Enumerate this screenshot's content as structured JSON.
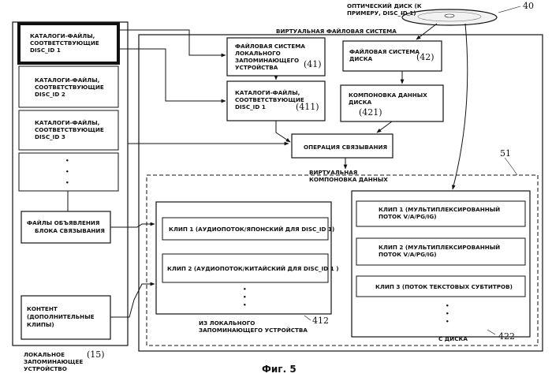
{
  "optical_disc": {
    "label_line1": "ОПТИЧЕСКИЙ ДИСК (К",
    "label_line2": "ПРИМЕРУ, DISC_ID 1)",
    "ref": "40"
  },
  "local_storage": {
    "catalog_1": [
      "КАТАЛОГИ-ФАЙЛЫ,",
      "СООТВЕТСТВУЮЩИЕ",
      "DISC_ID 1"
    ],
    "catalog_2": [
      "КАТАЛОГИ-ФАЙЛЫ,",
      "СООТВЕТСТВУЮЩИЕ",
      "DISC_ID 2"
    ],
    "catalog_3": [
      "КАТАЛОГИ-ФАЙЛЫ,",
      "СООТВЕТСТВУЮЩИЕ",
      "DISC_ID 3"
    ],
    "dots": "•",
    "binding_files": [
      "ФАЙЛЫ ОБЪЯВЛЕНИЯ",
      "БЛОКА СВЯЗЫВАНИЯ"
    ],
    "content": [
      "КОНТЕНТ",
      "(ДОПОЛНИТЕЛЬНЫЕ",
      "КЛИПЫ)"
    ],
    "caption": [
      "ЛОКАЛЬНОЕ",
      "ЗАПОМИНАЮЩЕЕ",
      "УСТРОЙСТВО"
    ],
    "ref": "(15)"
  },
  "virtual_fs": {
    "title": "ВИРТУАЛЬНАЯ ФАЙЛОВАЯ СИСТЕМА",
    "local_fs": [
      "ФАЙЛОВАЯ СИСТЕМА",
      "ЛОКАЛЬНОГО",
      "ЗАПОМИНАЮЩЕГО",
      "УСТРОЙСТВА"
    ],
    "local_fs_ref": "(41)",
    "disc_fs": [
      "ФАЙЛОВАЯ СИСТЕМА",
      "ДИСКА"
    ],
    "disc_fs_ref": "(42)",
    "catalog_disc1": [
      "КАТАЛОГИ-ФАЙЛЫ,",
      "СООТВЕТСТВУЮЩИЕ",
      "DISC_ID 1"
    ],
    "catalog_disc1_ref": "(411)",
    "disc_layout": [
      "КОМПОНОВКА ДАННЫХ",
      "ДИСКА"
    ],
    "disc_layout_ref": "(421)",
    "binding_op": "ОПЕРАЦИЯ СВЯЗЫВАНИЯ"
  },
  "virtual_layout": {
    "title": [
      "ВИРТУАЛЬНАЯ",
      "КОМПОНОВКА ДАННЫХ"
    ],
    "ref": "51",
    "local_clips": [
      "КЛИП 1 (АУДИОПОТОК/ЯПОНСКИЙ ДЛЯ DISC_ID 1)",
      "КЛИП 2 (АУДИОПОТОК/КИТАЙСКИЙ ДЛЯ DISC_ID 1 )"
    ],
    "local_caption": [
      "ИЗ ЛОКАЛЬНОГО",
      "ЗАПОМИНАЮЩЕГО УСТРОЙСТВА"
    ],
    "local_ref": "412",
    "disc_clips": [
      [
        "КЛИП 1 (МУЛЬТИПЛЕКСИРОВАННЫЙ",
        "ПОТОК V/A/PG/IG)"
      ],
      [
        "КЛИП 2 (МУЛЬТИПЛЕКСИРОВАННЫЙ",
        "ПОТОК V/A/PG/IG)"
      ],
      [
        "КЛИП 3 (ПОТОК ТЕКСТОВЫХ СУБТИТРОВ)"
      ]
    ],
    "disc_caption": "С ДИСКА",
    "disc_ref": "422"
  },
  "figure_caption": "Фиг. 5"
}
